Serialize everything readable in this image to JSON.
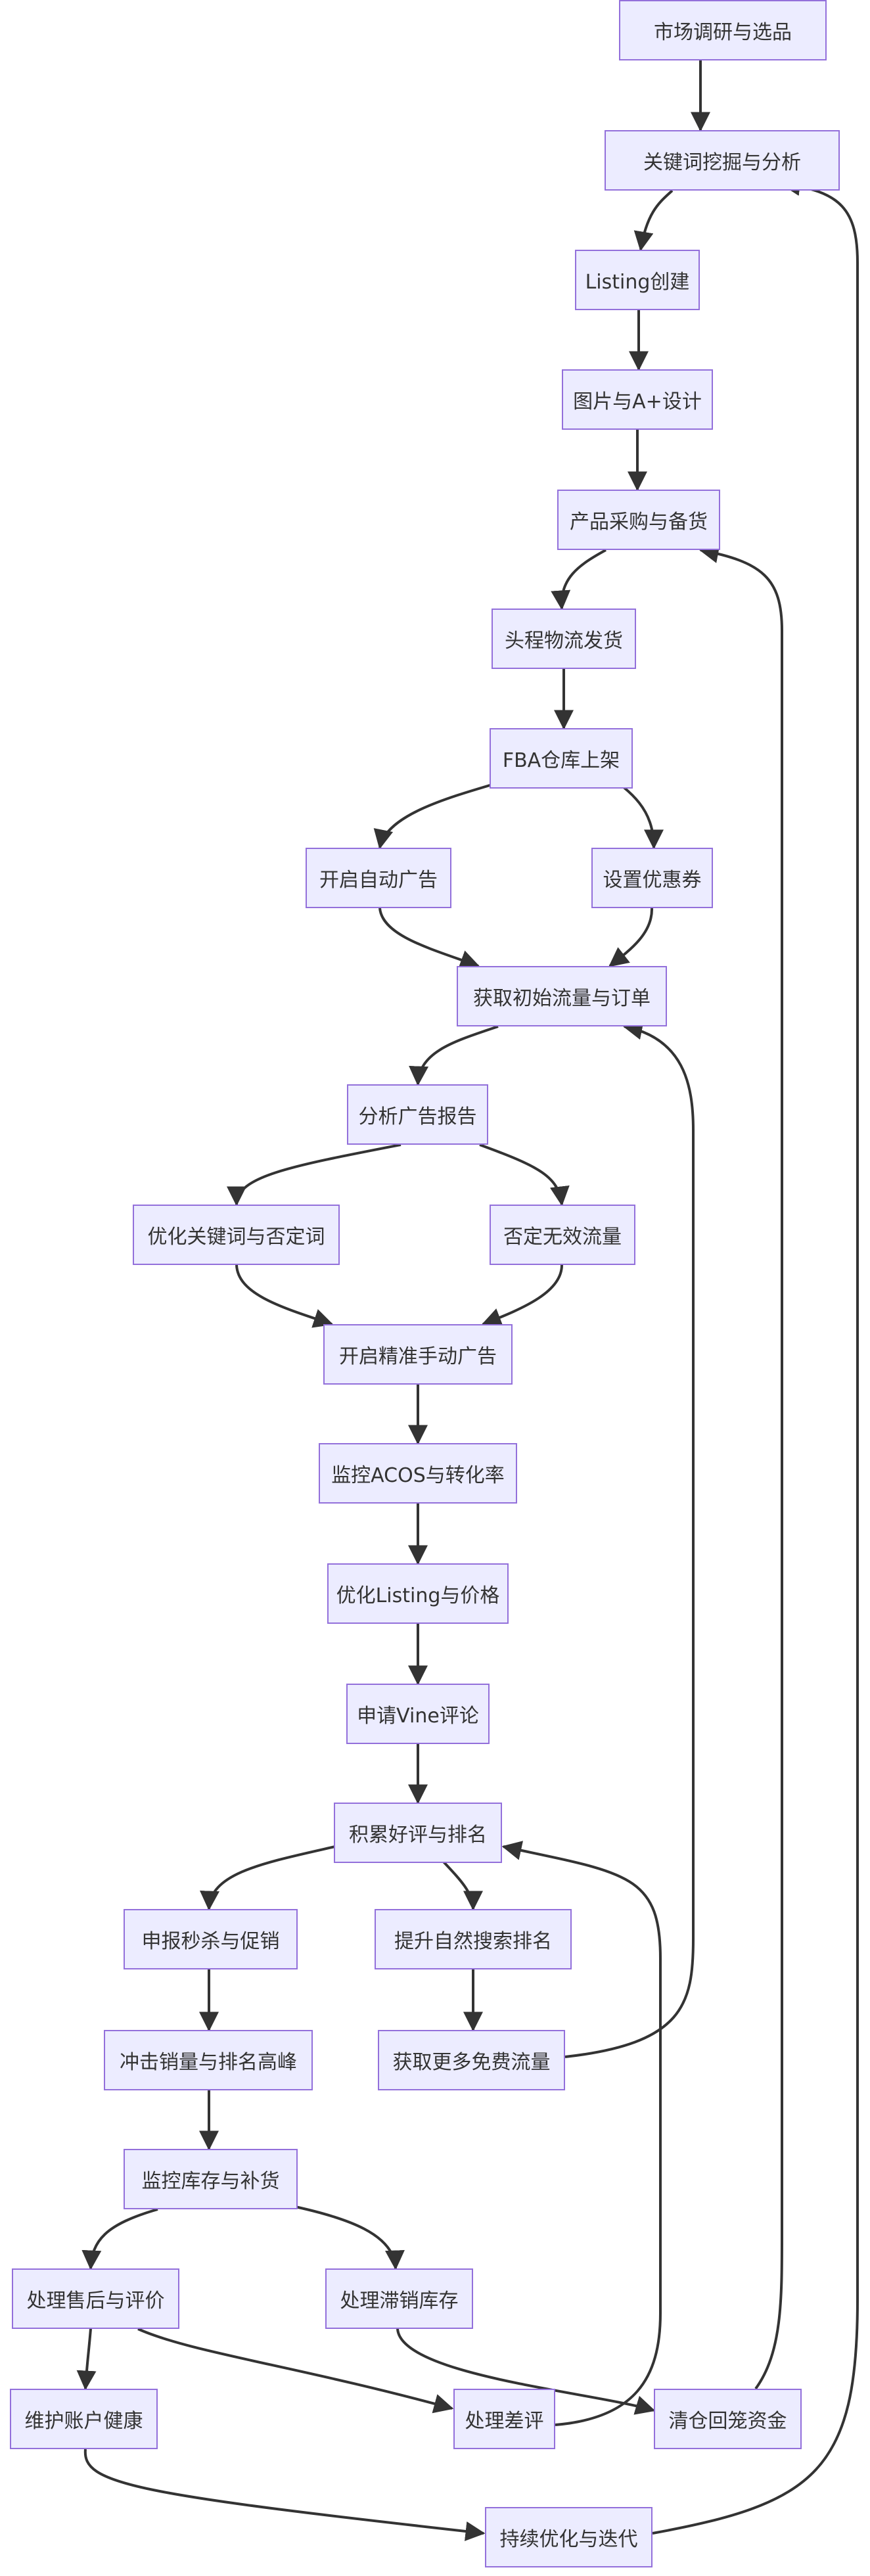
{
  "diagram": {
    "type": "flowchart",
    "direction": "top-down",
    "colors": {
      "node_fill": "#ececff",
      "node_border": "#9370db",
      "edge": "#333333",
      "text": "#333333"
    },
    "nodes": [
      {
        "id": "n1",
        "label": "市场调研与选品"
      },
      {
        "id": "n2",
        "label": "关键词挖掘与分析"
      },
      {
        "id": "n3",
        "label": "Listing创建"
      },
      {
        "id": "n4",
        "label": "图片与A+设计"
      },
      {
        "id": "n5",
        "label": "产品采购与备货"
      },
      {
        "id": "n6",
        "label": "头程物流发货"
      },
      {
        "id": "n7",
        "label": "FBA仓库上架"
      },
      {
        "id": "n8",
        "label": "开启自动广告"
      },
      {
        "id": "n9",
        "label": "设置优惠券"
      },
      {
        "id": "n10",
        "label": "获取初始流量与订单"
      },
      {
        "id": "n11",
        "label": "分析广告报告"
      },
      {
        "id": "n12",
        "label": "优化关键词与否定词"
      },
      {
        "id": "n13",
        "label": "否定无效流量"
      },
      {
        "id": "n14",
        "label": "开启精准手动广告"
      },
      {
        "id": "n15",
        "label": "监控ACOS与转化率"
      },
      {
        "id": "n16",
        "label": "优化Listing与价格"
      },
      {
        "id": "n17",
        "label": "申请Vine评论"
      },
      {
        "id": "n18",
        "label": "积累好评与排名"
      },
      {
        "id": "n19",
        "label": "申报秒杀与促销"
      },
      {
        "id": "n20",
        "label": "提升自然搜索排名"
      },
      {
        "id": "n21",
        "label": "冲击销量与排名高峰"
      },
      {
        "id": "n22",
        "label": "获取更多免费流量"
      },
      {
        "id": "n23",
        "label": "监控库存与补货"
      },
      {
        "id": "n24",
        "label": "处理售后与评价"
      },
      {
        "id": "n25",
        "label": "处理滞销库存"
      },
      {
        "id": "n26",
        "label": "维护账户健康"
      },
      {
        "id": "n27",
        "label": "处理差评"
      },
      {
        "id": "n28",
        "label": "清仓回笼资金"
      },
      {
        "id": "n29",
        "label": "持续优化与迭代"
      }
    ],
    "edges": [
      {
        "from": "n1",
        "to": "n2"
      },
      {
        "from": "n2",
        "to": "n3"
      },
      {
        "from": "n3",
        "to": "n4"
      },
      {
        "from": "n4",
        "to": "n5"
      },
      {
        "from": "n5",
        "to": "n6"
      },
      {
        "from": "n6",
        "to": "n7"
      },
      {
        "from": "n7",
        "to": "n8"
      },
      {
        "from": "n7",
        "to": "n9"
      },
      {
        "from": "n8",
        "to": "n10"
      },
      {
        "from": "n9",
        "to": "n10"
      },
      {
        "from": "n10",
        "to": "n11"
      },
      {
        "from": "n11",
        "to": "n12"
      },
      {
        "from": "n11",
        "to": "n13"
      },
      {
        "from": "n12",
        "to": "n14"
      },
      {
        "from": "n13",
        "to": "n14"
      },
      {
        "from": "n14",
        "to": "n15"
      },
      {
        "from": "n15",
        "to": "n16"
      },
      {
        "from": "n16",
        "to": "n17"
      },
      {
        "from": "n17",
        "to": "n18"
      },
      {
        "from": "n18",
        "to": "n19"
      },
      {
        "from": "n18",
        "to": "n20"
      },
      {
        "from": "n19",
        "to": "n21"
      },
      {
        "from": "n20",
        "to": "n22"
      },
      {
        "from": "n22",
        "to": "n10"
      },
      {
        "from": "n21",
        "to": "n23"
      },
      {
        "from": "n23",
        "to": "n24"
      },
      {
        "from": "n23",
        "to": "n25"
      },
      {
        "from": "n24",
        "to": "n26"
      },
      {
        "from": "n24",
        "to": "n27"
      },
      {
        "from": "n25",
        "to": "n28"
      },
      {
        "from": "n27",
        "to": "n18"
      },
      {
        "from": "n28",
        "to": "n5"
      },
      {
        "from": "n26",
        "to": "n29"
      },
      {
        "from": "n29",
        "to": "n2"
      }
    ]
  }
}
